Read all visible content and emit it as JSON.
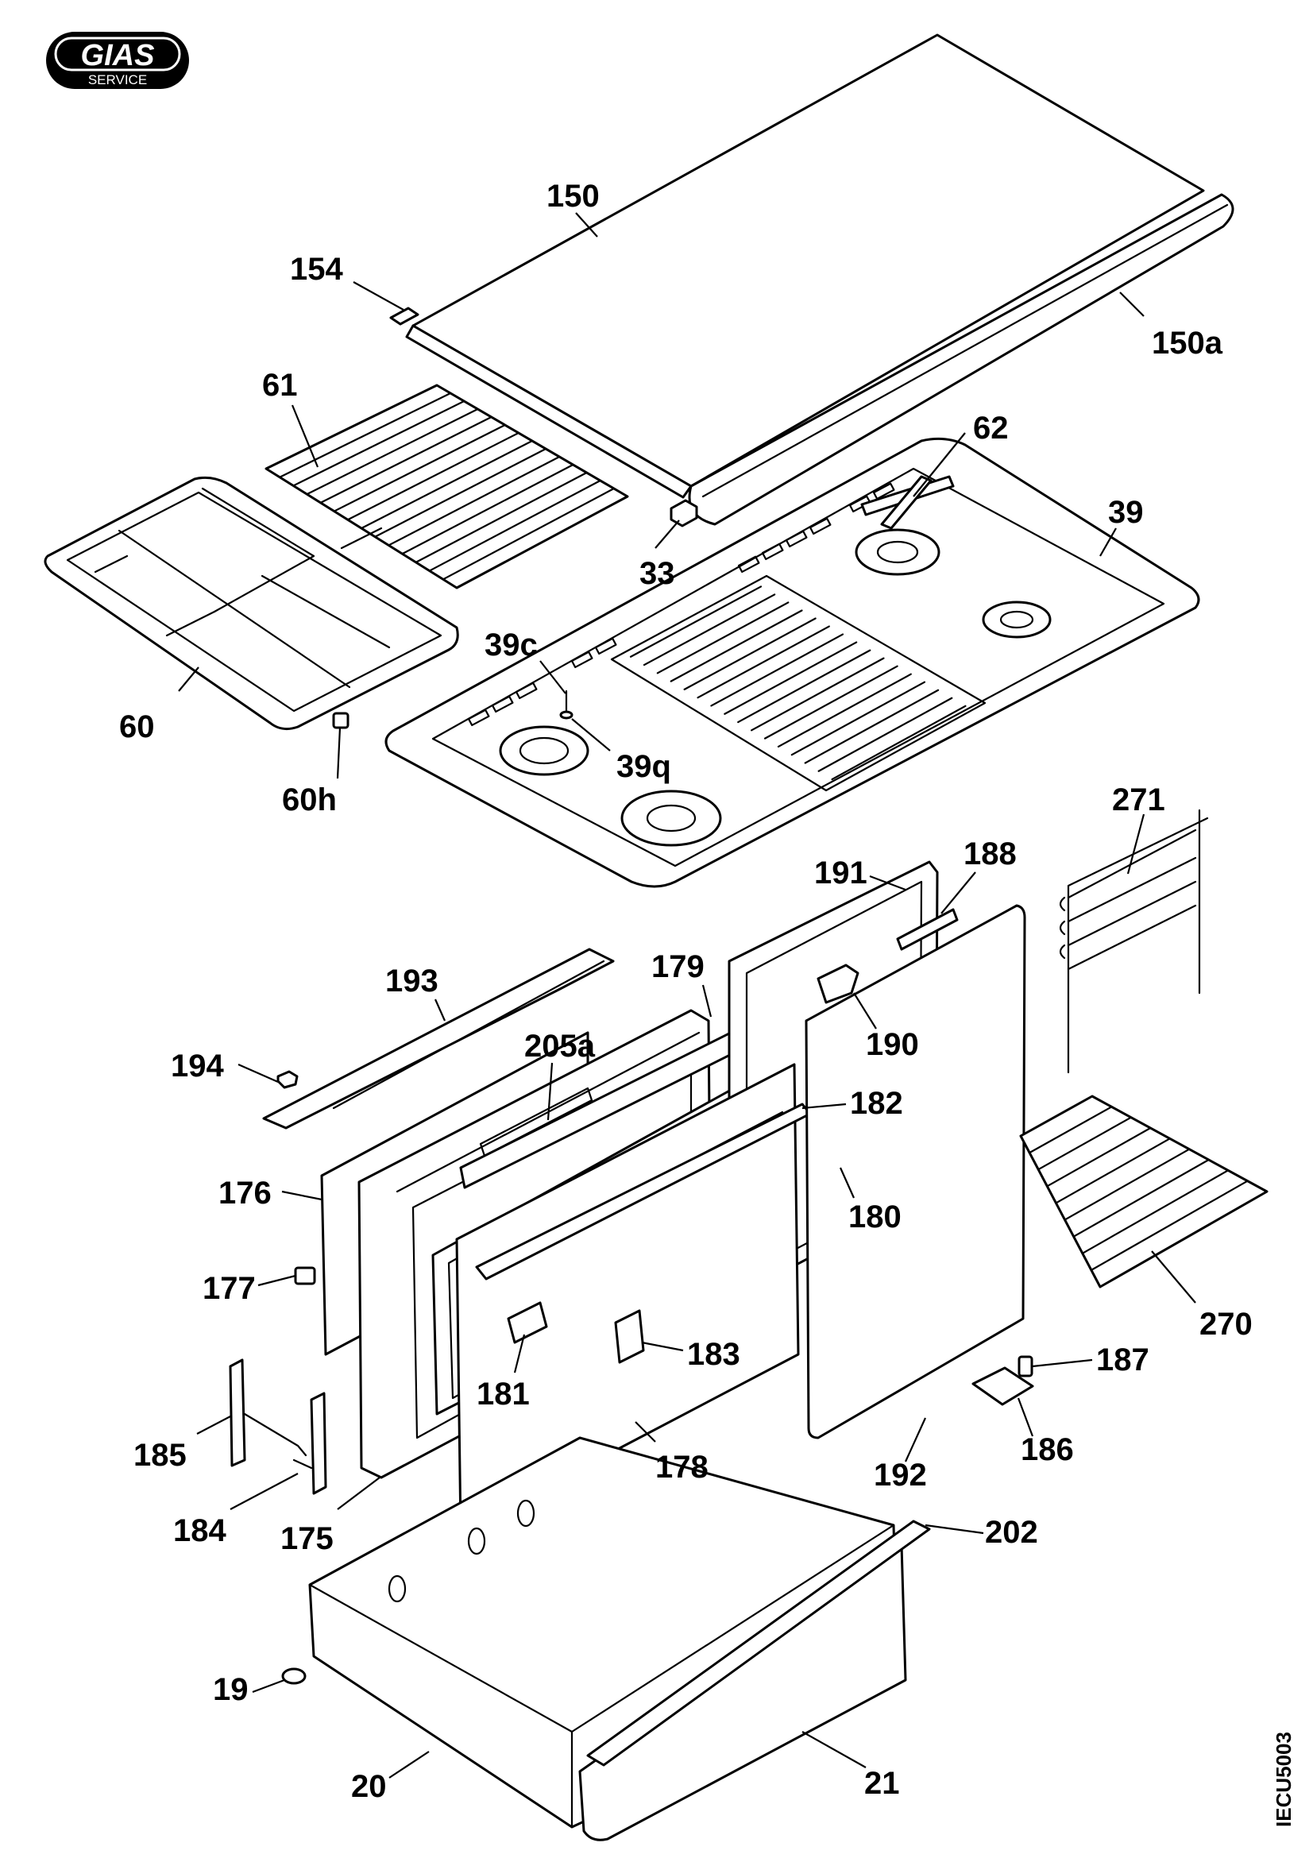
{
  "logo": {
    "brand": "GIAS",
    "sub": "SERVICE"
  },
  "drawing_code": "IECU5003",
  "labels": {
    "l150": "150",
    "l154": "154",
    "l150a": "150a",
    "l61": "61",
    "l62": "62",
    "l39": "39",
    "l33": "33",
    "l39c": "39c",
    "l60": "60",
    "l39q": "39q",
    "l60h": "60h",
    "l271": "271",
    "l188": "188",
    "l191": "191",
    "l193": "193",
    "l179": "179",
    "l205a": "205a",
    "l190": "190",
    "l194": "194",
    "l182": "182",
    "l176": "176",
    "l180": "180",
    "l177": "177",
    "l270": "270",
    "l183": "183",
    "l181": "181",
    "l187": "187",
    "l185": "185",
    "l186": "186",
    "l178": "178",
    "l192": "192",
    "l184": "184",
    "l175": "175",
    "l202": "202",
    "l19": "19",
    "l20": "20",
    "l21": "21"
  }
}
